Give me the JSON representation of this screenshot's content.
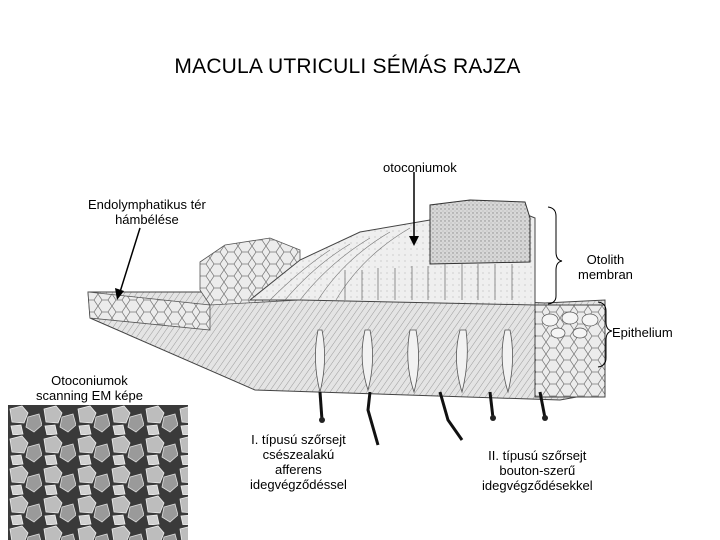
{
  "title": "MACULA UTRICULI SÉMÁS RAJZA",
  "labels": {
    "otoconium": "otoconiumok",
    "endolymph": [
      "Endolymphatikus tér",
      "hámbélése"
    ],
    "otolith": [
      "Otolith",
      "membran"
    ],
    "epithelium": "Epithelium",
    "sem": [
      "Otoconiumok",
      "scanning EM képe"
    ],
    "type1": [
      "I. típusú szőrsejt",
      "csészealakú",
      "afferens",
      "idegvégződéssel"
    ],
    "type2": [
      "II. típusú szőrsejt",
      "bouton-szerű",
      "idegvégződésekkel"
    ]
  }
}
